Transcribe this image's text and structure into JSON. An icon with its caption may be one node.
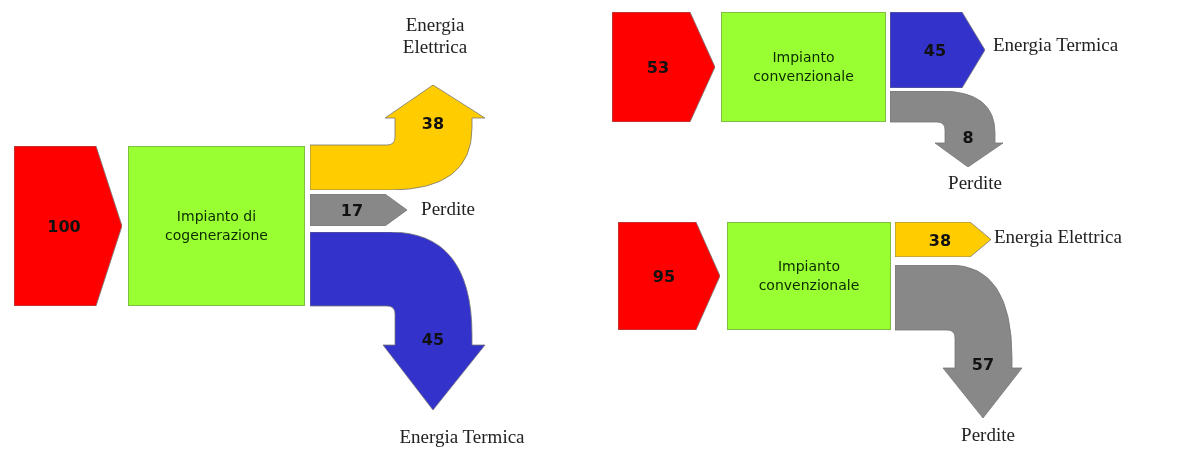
{
  "diagram": {
    "nodes": [
      {
        "text": [
          "100"
        ]
      },
      {
        "text": [
          "Impianto di cogenerazione"
        ]
      },
      {
        "text": [
          "38"
        ],
        "beside": [
          "Energia Elettrica"
        ]
      },
      {
        "text": [
          "17"
        ],
        "beside": [
          "Perdite"
        ]
      },
      {
        "text": [
          "45"
        ],
        "beside": [
          "Energia Termica"
        ]
      },
      {
        "text": [
          "53"
        ]
      },
      {
        "text": [
          "Impianto convenzionale"
        ]
      },
      {
        "text": [
          "45"
        ],
        "beside": [
          "Energia Termica"
        ]
      },
      {
        "text": [
          "8"
        ],
        "beside": [
          "Perdite"
        ]
      },
      {
        "text": [
          "95"
        ]
      },
      {
        "text": [
          "Impianto convenzionale"
        ]
      },
      {
        "text": [
          "38"
        ],
        "beside": [
          "Energia Elettrica"
        ]
      },
      {
        "text": [
          "57"
        ],
        "beside": [
          "Perdite"
        ]
      }
    ]
  }
}
